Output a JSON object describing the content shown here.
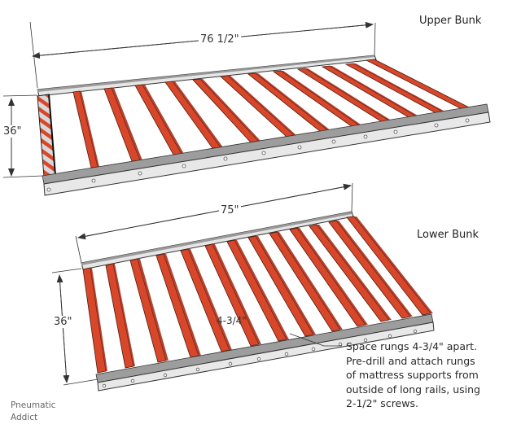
{
  "upper_bunk": {
    "title": "Upper Bunk",
    "length_dim": "76 1/2\"",
    "width_dim": "36\"",
    "rung_count": 13
  },
  "lower_bunk": {
    "title": "Lower Bunk",
    "length_dim": "75\"",
    "width_dim": "36\"",
    "rung_spacing": "4-3/4\"",
    "rung_count": 13
  },
  "note": {
    "lines": [
      "Space rungs 4-3/4\" apart.",
      "Pre-drill and attach rungs",
      "of mattress supports from",
      "outside of long rails, using",
      "2-1/2\" screws."
    ]
  },
  "credit": {
    "lines": [
      "Pneumatic",
      "Addict"
    ]
  },
  "colors": {
    "rung": "#d9472b",
    "rung_shadow": "#a8321d",
    "rail": "#e4e4e4",
    "rail_top": "#b8b8b8",
    "outline": "#333333"
  }
}
